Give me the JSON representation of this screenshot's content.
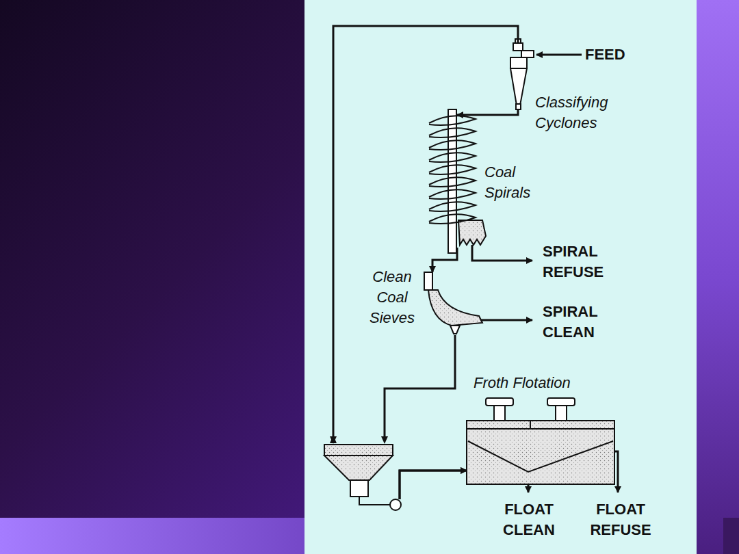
{
  "diagram": {
    "nodes": [
      {
        "text": [
          "Classifying Cyclones"
        ]
      },
      {
        "text": [
          "Coal Spirals"
        ]
      },
      {
        "text": [
          "Clean Coal Sieves"
        ]
      },
      {
        "text": [
          "Froth Flotation"
        ]
      }
    ],
    "edges": [
      {
        "from": 0,
        "to": 1,
        "arrow": "to"
      },
      {
        "from": 1,
        "to": 2,
        "arrow": "to"
      },
      {
        "from": 2,
        "to": 3,
        "arrow": "to"
      },
      {
        "from": 0,
        "to": 3,
        "arrow": "to"
      }
    ],
    "labels": [
      "FEED",
      "SPIRAL REFUSE",
      "SPIRAL CLEAN",
      "FLOAT CLEAN",
      "FLOAT REFUSE"
    ]
  }
}
